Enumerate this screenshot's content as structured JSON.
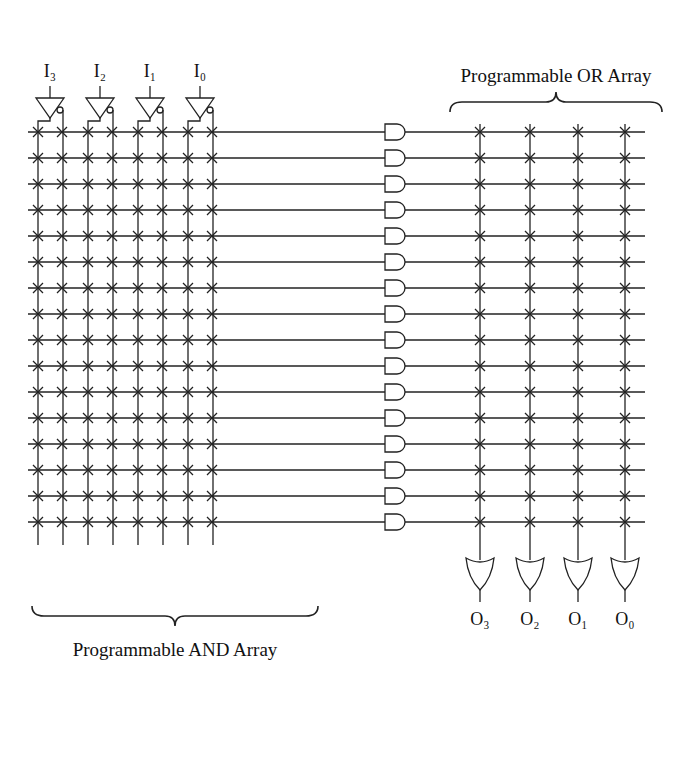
{
  "diagram": {
    "labels": [
      "I₃",
      "I₂",
      "I₁",
      "I₀",
      "Programmable OR Array",
      "Programmable AND Array",
      "O₃",
      "O₂",
      "O₁",
      "O₀"
    ]
  }
}
